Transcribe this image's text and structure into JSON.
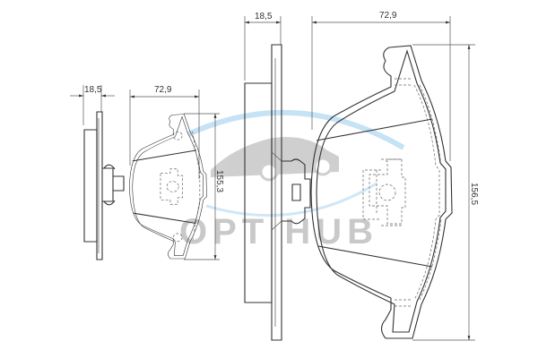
{
  "drawing": {
    "small_pad": {
      "thickness": "18,5",
      "width": "72,9",
      "height": "155,3"
    },
    "large_pad": {
      "thickness": "18,5",
      "width": "72,9",
      "height": "156,5"
    }
  },
  "watermark": {
    "text": "OPT HUB"
  },
  "colors": {
    "line": "#333333",
    "watermark_blue": "#9fd0ee",
    "watermark_gray": "#8a8a8a"
  }
}
